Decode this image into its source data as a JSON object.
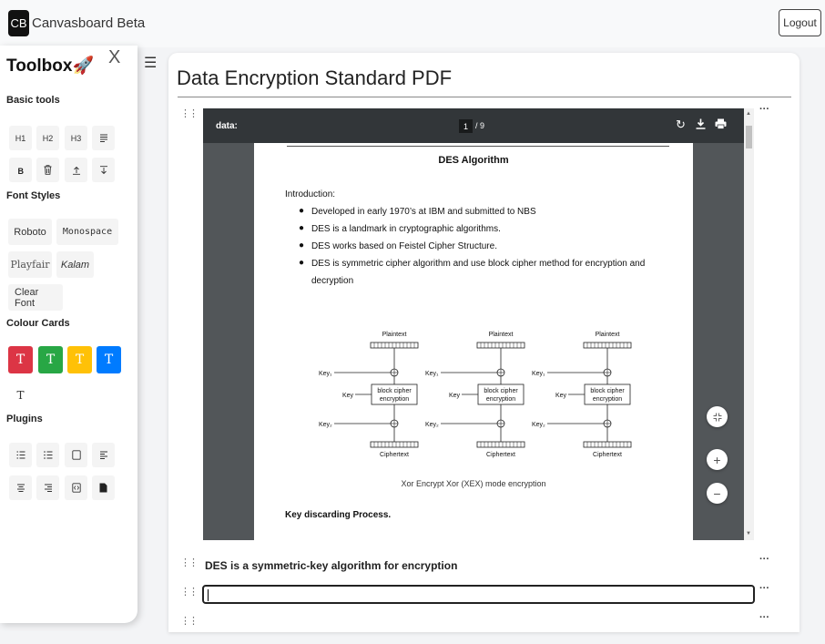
{
  "navbar": {
    "logo": "CB",
    "brand": "Canvasboard Beta",
    "logout_label": "Logout"
  },
  "sidebar": {
    "title": "Toolbox",
    "title_emoji": "🚀",
    "close_label": "X",
    "basic_tools_heading": "Basic tools",
    "basic_tools": [
      "H1",
      "H2",
      "H3"
    ],
    "font_styles_heading": "Font Styles",
    "fonts": [
      "Roboto",
      "Monospace",
      "Playfair",
      "Kalam",
      "Clear Font"
    ],
    "colour_cards_heading": "Colour Cards",
    "colour_card_label": "T",
    "colour_card_colors": [
      "#dc3545",
      "#28a745",
      "#ffc107",
      "#007bff",
      "#ffffff"
    ],
    "plugins_heading": "Plugins"
  },
  "main": {
    "title": "Data Encryption Standard PDF",
    "text_block": "DES is a symmetric-key algorithm for encryption"
  },
  "pdf": {
    "label": "data:",
    "current_page": "1",
    "total_pages": "/ 9",
    "doc_title": "DES Algorithm",
    "intro": "Introduction:",
    "bullets": [
      "Developed in early 1970’s at IBM and submitted to NBS",
      "DES is a landmark in cryptographic algorithms.",
      "DES works based on Feistel Cipher Structure.",
      "DES is symmetric cipher algorithm and use block cipher method for encryption and decryption"
    ],
    "diagram": {
      "plaintext": "Plaintext",
      "ciphertext": "Ciphertext",
      "key1": "Key₁",
      "key": "Key",
      "key2": "Key₂",
      "block_line1": "block cipher",
      "block_line2": "encryption"
    },
    "caption": "Xor Encrypt Xor (XEX) mode encryption",
    "section": "Key discarding Process."
  }
}
